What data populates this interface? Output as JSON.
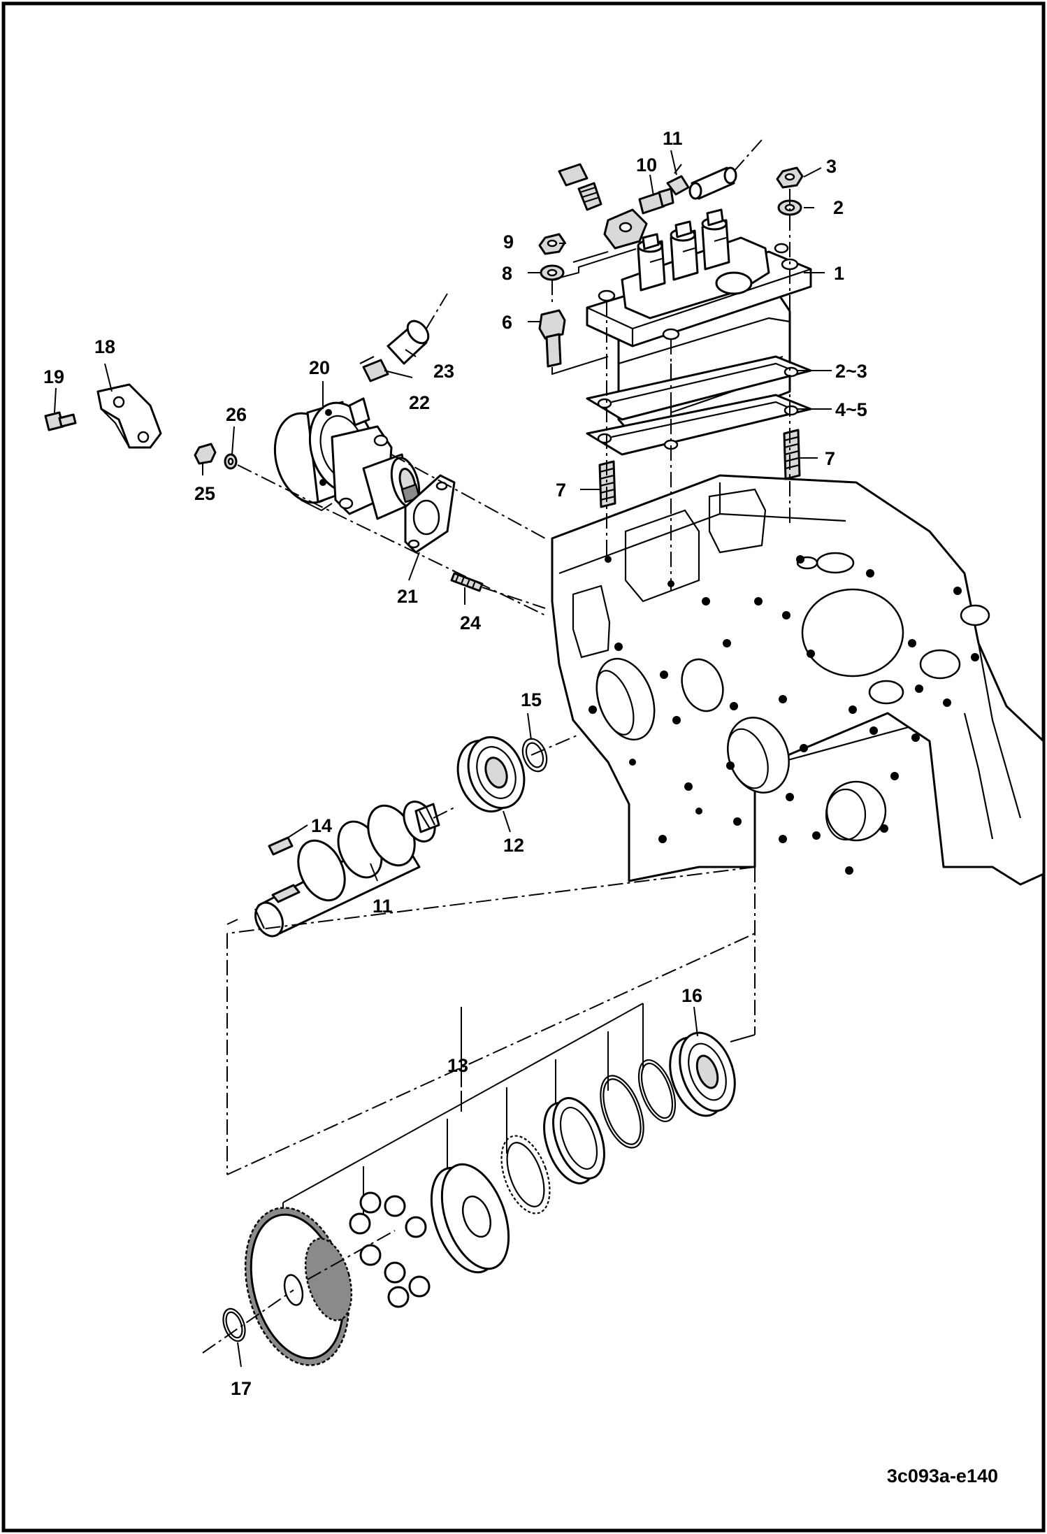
{
  "diagram": {
    "code": "3c093a-e140",
    "callouts": {
      "c1": "1",
      "c2": "2",
      "c3": "3",
      "c2_3": "2~3",
      "c4_5": "4~5",
      "c6": "6",
      "c7a": "7",
      "c7b": "7",
      "c8": "8",
      "c9": "9",
      "c10": "10",
      "c11a": "11",
      "c11b": "11",
      "c12": "12",
      "c13": "13",
      "c14": "14",
      "c15": "15",
      "c16": "16",
      "c17": "17",
      "c18": "18",
      "c19": "19",
      "c20": "20",
      "c21": "21",
      "c22": "22",
      "c23": "23",
      "c24": "24",
      "c25": "25",
      "c26": "26"
    }
  }
}
